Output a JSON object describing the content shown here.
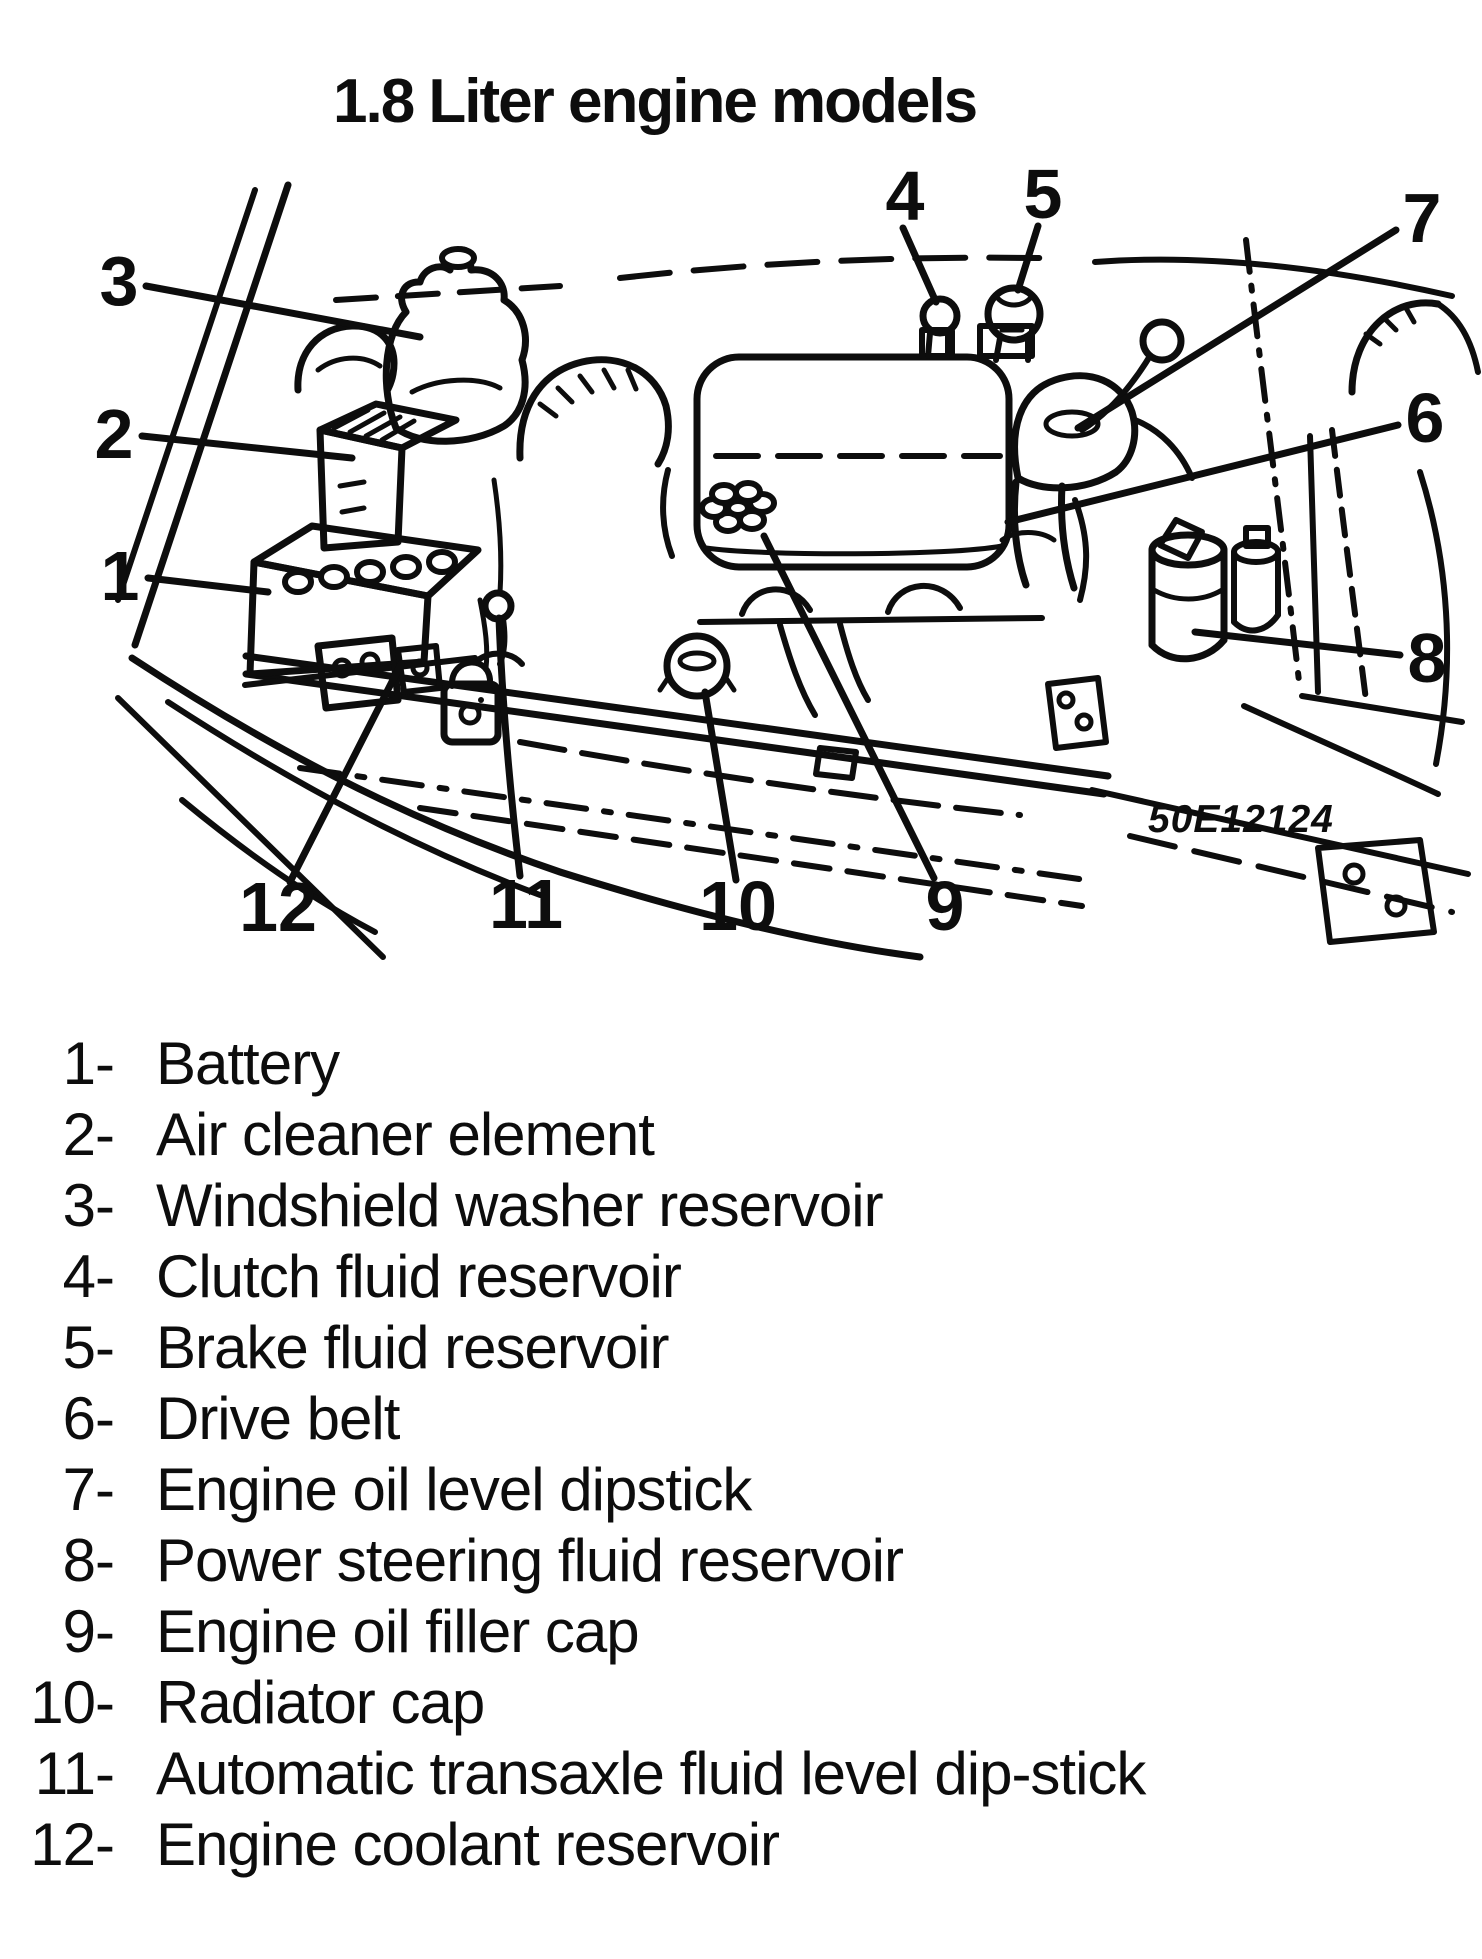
{
  "page": {
    "background": "#ffffff",
    "ink": "#0d0d0d"
  },
  "title": "1.8 Liter engine models",
  "figure_code": "50E12124",
  "parts": [
    {
      "num": "1",
      "legend_num": "1-",
      "label": "Battery"
    },
    {
      "num": "2",
      "legend_num": "2-",
      "label": "Air cleaner element"
    },
    {
      "num": "3",
      "legend_num": "3-",
      "label": "Windshield washer reservoir"
    },
    {
      "num": "4",
      "legend_num": "4-",
      "label": "Clutch fluid reservoir"
    },
    {
      "num": "5",
      "legend_num": "5-",
      "label": "Brake fluid reservoir"
    },
    {
      "num": "6",
      "legend_num": "6-",
      "label": "Drive belt"
    },
    {
      "num": "7",
      "legend_num": "7-",
      "label": "Engine oil level dipstick"
    },
    {
      "num": "8",
      "legend_num": "8-",
      "label": "Power steering fluid reservoir"
    },
    {
      "num": "9",
      "legend_num": "9-",
      "label": "Engine oil filler cap"
    },
    {
      "num": "10",
      "legend_num": "10-",
      "label": "Radiator cap"
    },
    {
      "num": "11",
      "legend_num": "11-",
      "label": "Automatic transaxle fluid level dip-stick"
    },
    {
      "num": "12",
      "legend_num": "12-",
      "label": "Engine coolant reservoir"
    }
  ]
}
